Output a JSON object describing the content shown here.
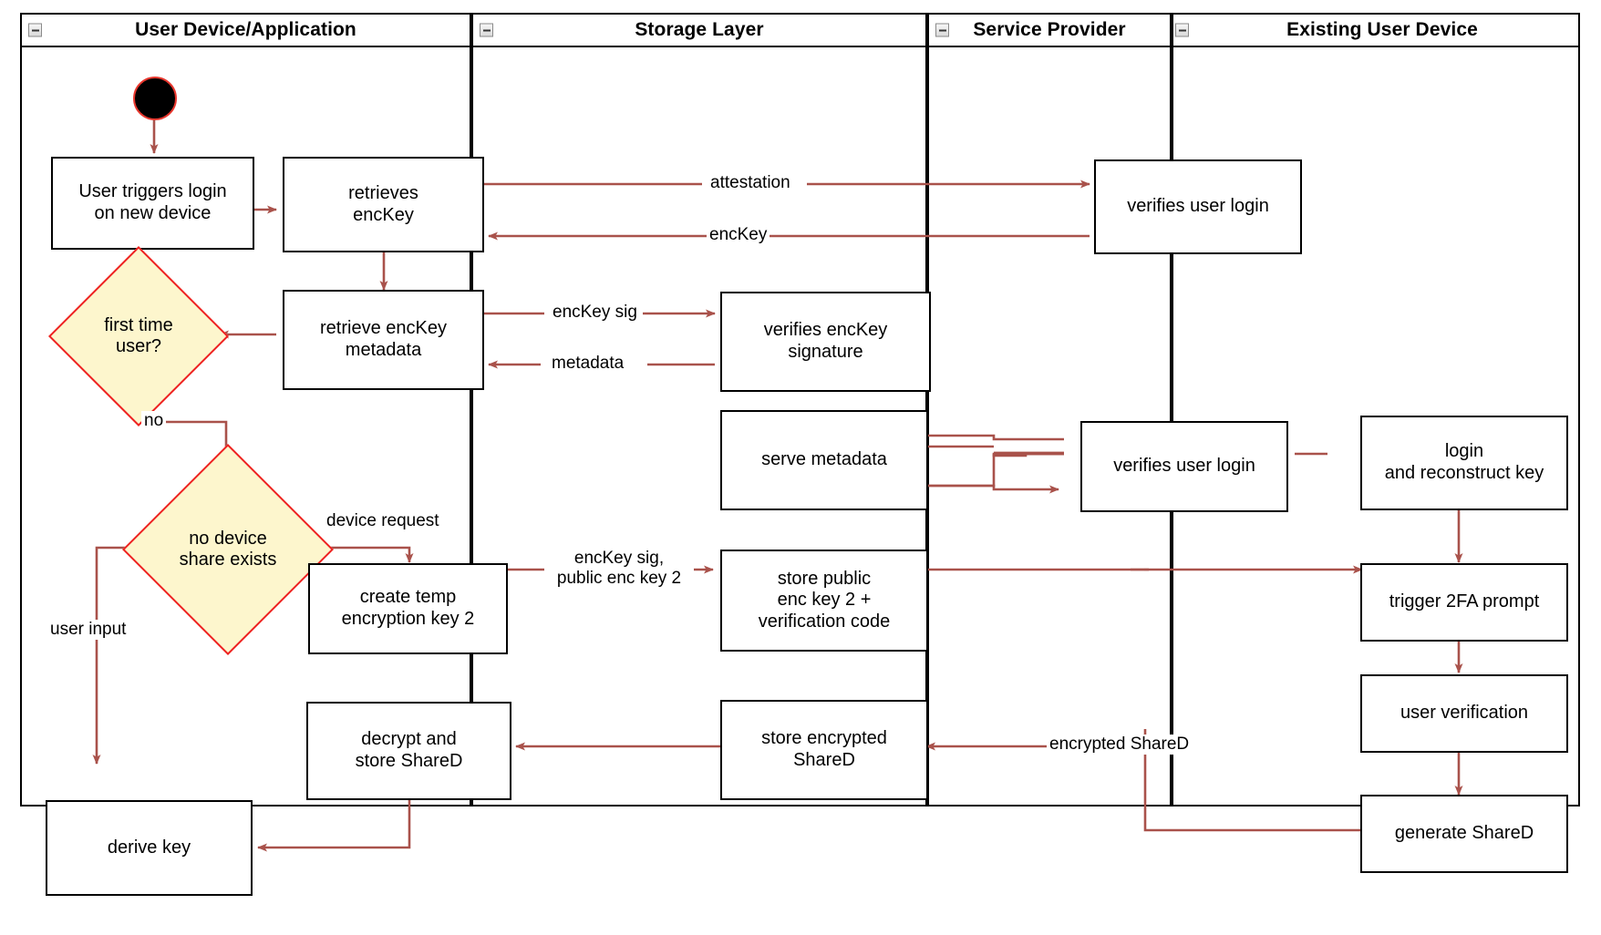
{
  "diagram": {
    "title": "Key recovery / new-device login activity diagram",
    "type": "uml-activity-swimlane",
    "accent_color": "#a9524b",
    "decision_fill": "#fdf6cd",
    "decision_border": "#ee2222",
    "node_border": "#000000"
  },
  "lanes": [
    {
      "id": "lane-user-device",
      "label": "User Device/Application",
      "collapse_icon": "collapse-minus-icon"
    },
    {
      "id": "lane-storage",
      "label": "Storage Layer",
      "collapse_icon": "collapse-minus-icon"
    },
    {
      "id": "lane-service",
      "label": "Service Provider",
      "collapse_icon": "collapse-minus-icon"
    },
    {
      "id": "lane-existing-device",
      "label": "Existing User Device",
      "collapse_icon": "collapse-minus-icon"
    }
  ],
  "nodes": [
    {
      "id": "start",
      "lane": "lane-user-device",
      "kind": "initial-node",
      "label": ""
    },
    {
      "id": "user-login",
      "lane": "lane-user-device",
      "kind": "action",
      "label": "User triggers login\non new device"
    },
    {
      "id": "retrieves-enckey",
      "lane": "lane-user-device",
      "kind": "action",
      "label": "retrieves\nencKey"
    },
    {
      "id": "retrieve-meta",
      "lane": "lane-user-device",
      "kind": "action",
      "label": "retrieve encKey\nmetadata"
    },
    {
      "id": "first-time-user",
      "lane": "lane-user-device",
      "kind": "decision",
      "label": "first time\nuser?"
    },
    {
      "id": "no-device-share",
      "lane": "lane-user-device",
      "kind": "decision",
      "label": "no device\nshare exists"
    },
    {
      "id": "create-temp-key",
      "lane": "lane-user-device",
      "kind": "action",
      "label": "create temp\nencryption key 2"
    },
    {
      "id": "decrypt-store",
      "lane": "lane-user-device",
      "kind": "action",
      "label": "decrypt and\nstore ShareD"
    },
    {
      "id": "derive-key",
      "lane": "lane-user-device",
      "kind": "action",
      "label": "derive key"
    },
    {
      "id": "verifies-sig",
      "lane": "lane-storage",
      "kind": "action",
      "label": "verifies encKey\nsignature"
    },
    {
      "id": "serve-metadata",
      "lane": "lane-storage",
      "kind": "action",
      "label": "serve metadata"
    },
    {
      "id": "store-public",
      "lane": "lane-storage",
      "kind": "action",
      "label": "store public\nenc key 2 +\nverification code"
    },
    {
      "id": "store-encrypted",
      "lane": "lane-storage",
      "kind": "action",
      "label": "store encrypted\nShareD"
    },
    {
      "id": "verifies-login-1",
      "lane": "lane-service",
      "kind": "action",
      "label": "verifies user login"
    },
    {
      "id": "verifies-login-2",
      "lane": "lane-service",
      "kind": "action",
      "label": "verifies user login"
    },
    {
      "id": "login-reconstruct",
      "lane": "lane-existing-device",
      "kind": "action",
      "label": "login\nand reconstruct key"
    },
    {
      "id": "trigger-2fa",
      "lane": "lane-existing-device",
      "kind": "action",
      "label": "trigger 2FA prompt"
    },
    {
      "id": "user-verification",
      "lane": "lane-existing-device",
      "kind": "action",
      "label": "user verification"
    },
    {
      "id": "generate-shared",
      "lane": "lane-existing-device",
      "kind": "action",
      "label": "generate ShareD"
    }
  ],
  "edge_labels": [
    {
      "id": "lbl-attestation",
      "text": "attestation"
    },
    {
      "id": "lbl-enckey",
      "text": "encKey"
    },
    {
      "id": "lbl-enckey-sig",
      "text": "encKey sig"
    },
    {
      "id": "lbl-metadata",
      "text": "metadata"
    },
    {
      "id": "lbl-no",
      "text": "no"
    },
    {
      "id": "lbl-device-req",
      "text": "device request"
    },
    {
      "id": "lbl-user-input",
      "text": "user input"
    },
    {
      "id": "lbl-sig-pub2",
      "text": "encKey sig,\npublic enc key 2"
    },
    {
      "id": "lbl-enc-shared",
      "text": "encrypted ShareD"
    }
  ]
}
